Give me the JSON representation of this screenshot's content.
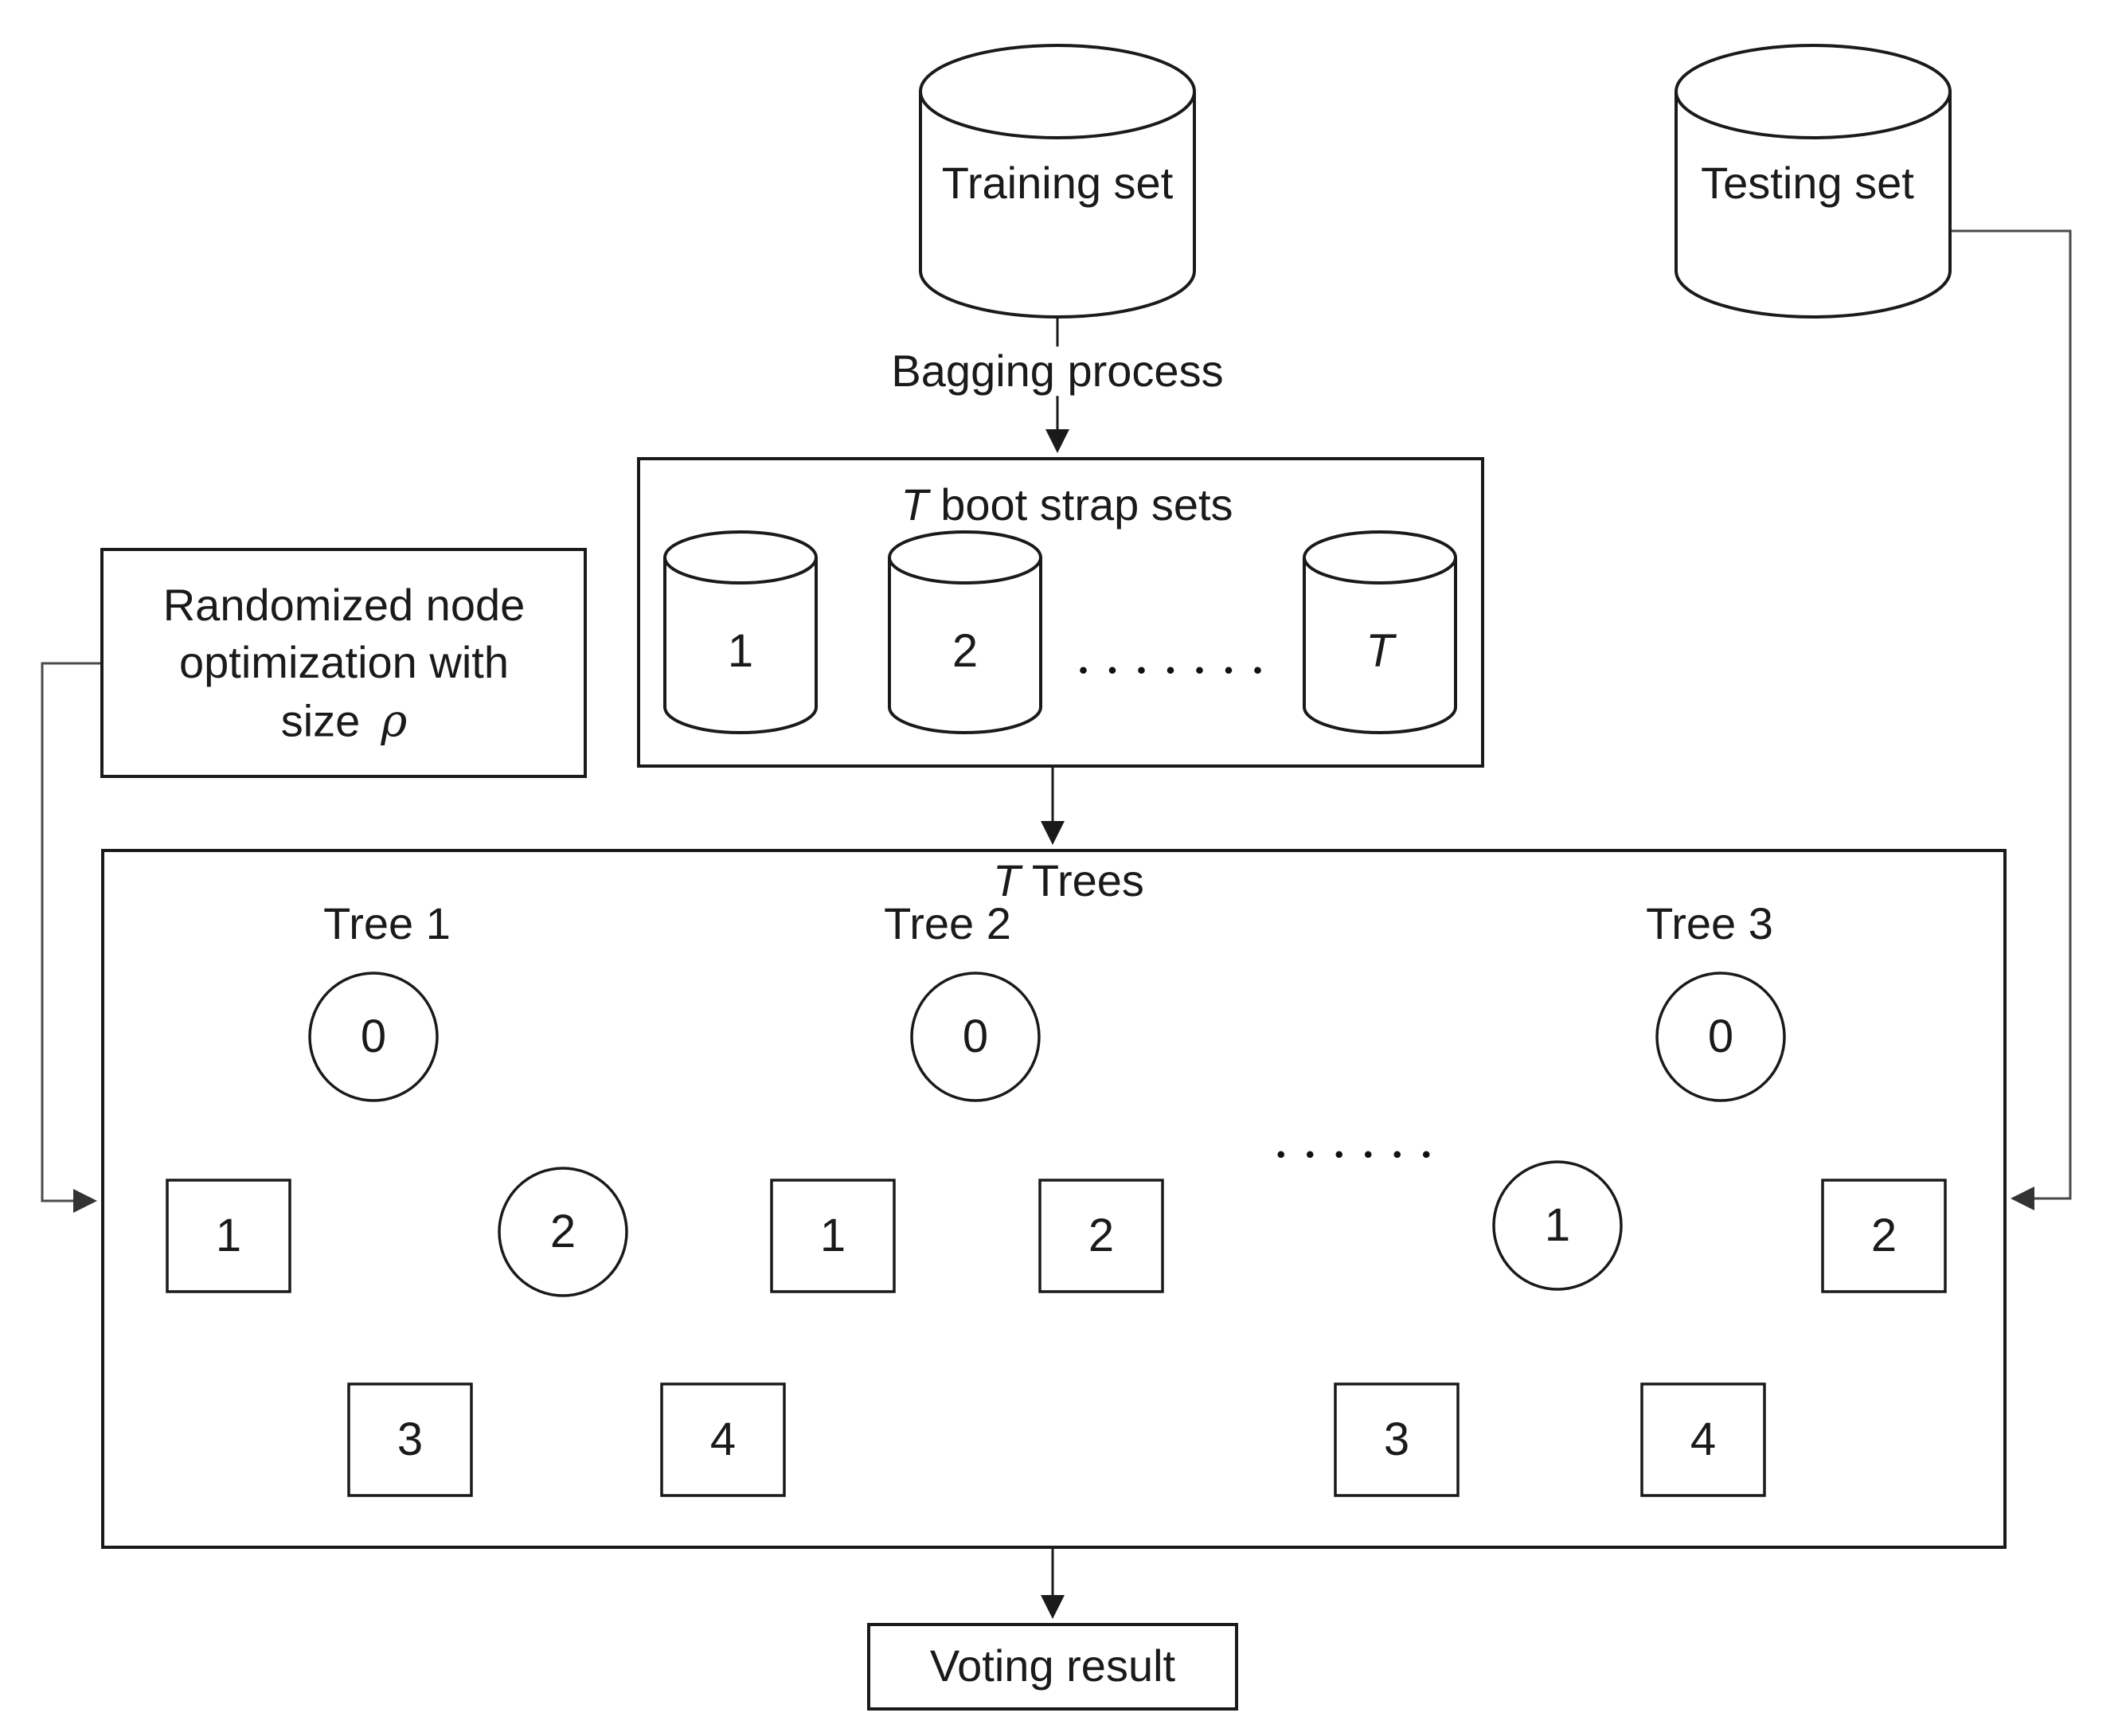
{
  "training": {
    "label": "Training set"
  },
  "testing": {
    "label": "Testing set"
  },
  "bagging": {
    "label": "Bagging process"
  },
  "bootstrap": {
    "title_prefix": "T",
    "title_rest": " boot strap sets",
    "cylinder1": "1",
    "cylinder2": "2",
    "cylinderT": "T",
    "dots": "•••••••"
  },
  "randomized": {
    "line1": "Randomized node",
    "line2": "optimization with",
    "line3_word": "size",
    "line3_symbol": "ρ"
  },
  "forest": {
    "title_prefix": "T",
    "title_rest": " Trees",
    "dots": "••••••",
    "tree1": {
      "label": "Tree 1",
      "n0": "0",
      "n1": "1",
      "n2": "2",
      "n3": "3",
      "n4": "4"
    },
    "tree2": {
      "label": "Tree 2",
      "n0": "0",
      "n1": "1",
      "n2": "2"
    },
    "tree3": {
      "label": "Tree 3",
      "n0": "0",
      "n1": "1",
      "n2": "2",
      "n3": "3",
      "n4": "4"
    }
  },
  "voting": {
    "label": "Voting result"
  },
  "colors": {
    "ink": "#1a1a1a",
    "connector": "#4a4a4a",
    "background": "#ffffff"
  }
}
